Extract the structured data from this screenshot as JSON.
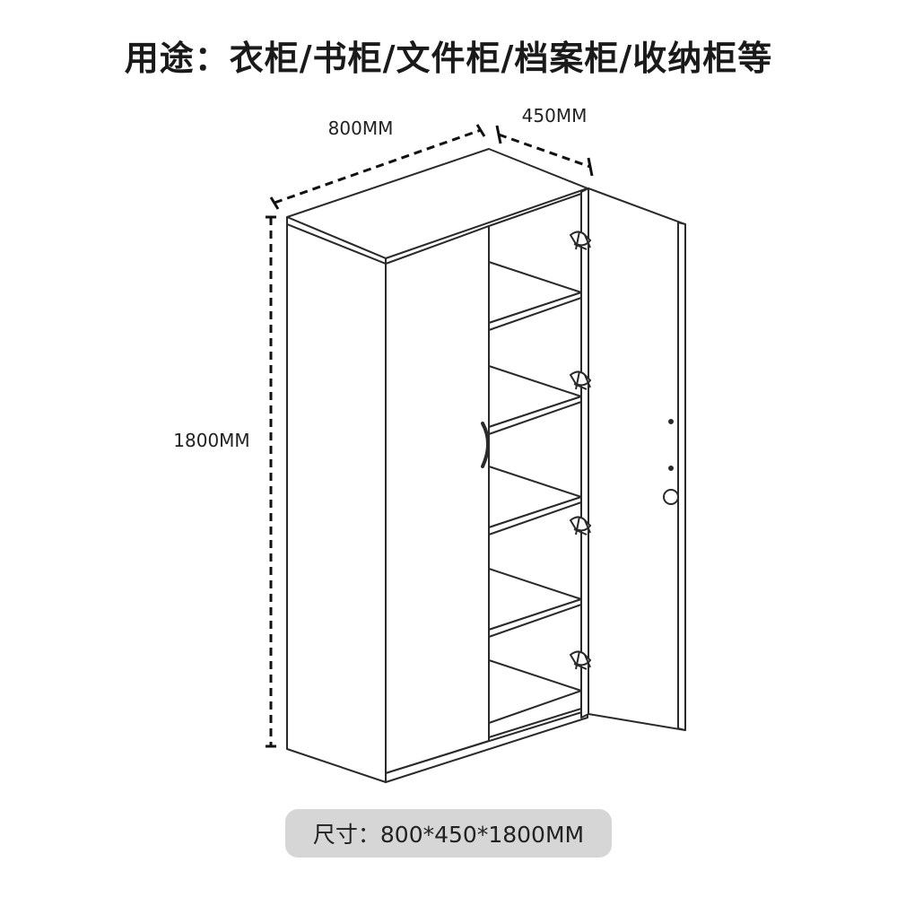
{
  "title": "用途：衣柜/书柜/文件柜/档案柜/收纳柜等",
  "dimensions": {
    "width_label": "800MM",
    "depth_label": "450MM",
    "height_label": "1800MM"
  },
  "size_badge": "尺寸：800*450*1800MM"
}
